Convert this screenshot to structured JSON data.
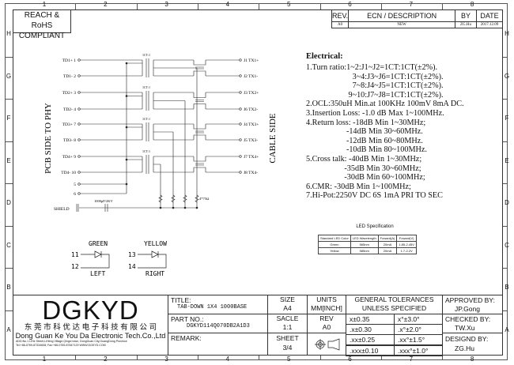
{
  "columns": [
    "1",
    "2",
    "3",
    "4",
    "5",
    "6",
    "7",
    "8"
  ],
  "rows": [
    "H",
    "G",
    "F",
    "E",
    "D",
    "C",
    "B",
    "A"
  ],
  "compliance": {
    "line1": "REACH & RoHS",
    "line2": "COMPLIANT"
  },
  "revision": {
    "headers": [
      "REV.",
      "ECN / DESCRIPTION",
      "BY",
      "DATE"
    ],
    "row": [
      "A0",
      "NEW",
      "ZG.Hu",
      "2017.12.09"
    ]
  },
  "schematic": {
    "left_side_label": "PCB SIDE TO PHY",
    "right_side_label": "CABLE SIDE",
    "left_pins": [
      "TD1+ 1",
      "TD1- 2",
      "TD2+ 3",
      "TD2- 4",
      "TD3+ 7",
      "TD3- 8",
      "TD4+ 9",
      "TD4- 10",
      "5",
      "6"
    ],
    "right_pins": [
      "J1  TX1+",
      "J2  TX1-",
      "J3  TX2+",
      "J6  TX2-",
      "J4  TX3+",
      "J5  TX3-",
      "J7  TX4+",
      "J8  TX4-"
    ],
    "ratio_label": "1CT:1",
    "resistor_label": "4*75Ω",
    "capacitor_label": "1000pF/2KV",
    "shield_label": "SHIELD"
  },
  "leds": [
    {
      "color": "GREEN",
      "pin_a": "11",
      "pin_b": "12",
      "side": "LEFT"
    },
    {
      "color": "YELLOW",
      "pin_a": "13",
      "pin_b": "14",
      "side": "RIGHT"
    }
  ],
  "electrical": {
    "title": "Electrical:",
    "lines": [
      "1.Turn ratio:1~2:J1~J2=1CT:1CT(±2%).",
      "                       3~4:J3~J6=1CT:1CT(±2%).",
      "                       7~8:J4~J5=1CT:1CT(±2%).",
      "                     9~10:J7~J8=1CT:1CT(±2%).",
      "2.OCL:350uH Min.at 100KHz 100mV 8mA DC.",
      "3.Insertion Loss: -1.0 dB Max 1~100MHz.",
      "4.Return loss: -18dB Min 1~30MHz;",
      "                    -14dB Min 30~60MHz.",
      "                    -12dB Min 60~80MHz.",
      "                    -10dB Min 80~100MHz.",
      "5.Cross talk: -40dB Min 1~30MHz;",
      "                   -35dB Min 30~60MHz;",
      "                   -30dB Min 60~100MHz;",
      "6.CMR: -30dB Min 1~100MHz;",
      "7.Hi-Pot:2250V DC 6S 1mA PRI TO SEC"
    ]
  },
  "led_spec": {
    "title": "LED Specification",
    "headers": [
      "Standard LED Color",
      "LED Wavelength",
      "Foward(A)",
      "Foward(V)"
    ],
    "rows": [
      [
        "Green",
        "565nm",
        "20mA",
        "1.85-2.45V"
      ],
      [
        "Yellow",
        "585nm",
        "20mA",
        "1.7-2.2V"
      ]
    ]
  },
  "title_block": {
    "logo": "DGKYD",
    "company_cn": "东 莞 市 科 优 达 电 子 科 技 有 限 公 司",
    "company_en": "Dong Guan Ke You Da Electronic Tech.Co.,Ltd",
    "address": "ADD:No.1 LiHe Street,LiHeng Village,Qingxi town, DongGuan City,GuangDong Province",
    "contact": "Tel:+86-0769-87334608; Fax:+86-0769-87847129  WWW.DGKYD.COM",
    "title_label": "TITLE:",
    "title_value": "TAB-DOWN 1X4 1000BASE",
    "part_label": "PART NO.:",
    "part_value": "DGKYD114Q070DB2A1D3",
    "remark_label": "REMARK:",
    "size_label": "SIZE",
    "size_value": "A4",
    "units_label": "UNITS",
    "units_value": "MM[INCH]",
    "scale_label": "SACLE",
    "scale_value": "1:1",
    "rev_label": "REV",
    "rev_value": "A0",
    "sheet_label": "SHEET",
    "sheet_value": "3/4",
    "tol_title1": "GENERAL TOLERANCES",
    "tol_title2": "UNLESS SPECIFIED",
    "tolerances": [
      [
        "x±0.35",
        "x°±3.0°"
      ],
      [
        ".x±0.30",
        ".x°±2.0°"
      ],
      [
        ".xx±0.25",
        ".xx°±1.5°"
      ],
      [
        ".xxx±0.10",
        ".xxx°±1.0°"
      ]
    ],
    "approved_label": "APPROVED BY:",
    "approved_value": "JP.Gong",
    "checked_label": "CHECKED BY:",
    "checked_value": "TW.Xu",
    "designed_label": "DESIGND BY:",
    "designed_value": "ZG.Hu"
  }
}
